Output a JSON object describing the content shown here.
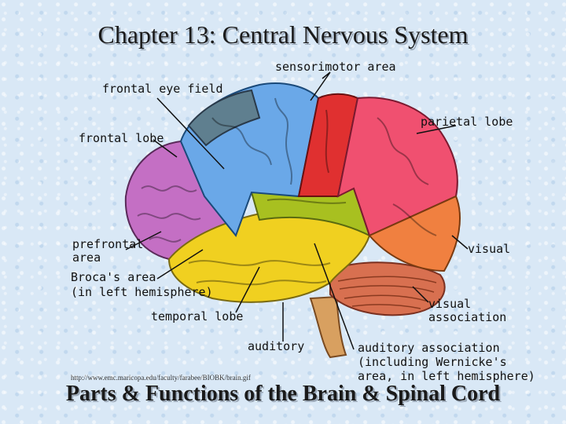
{
  "title": "Chapter 13: Central Nervous System",
  "subtitle": "Parts & Functions of the Brain & Spinal Cord",
  "source_url": "http://www.emc.maricopa.edu/faculty/farabee/BIOBK/brain.gif",
  "labels": {
    "sensorimotor": "sensorimotor area",
    "frontal_eye": "frontal eye field",
    "frontal_lobe": "frontal lobe",
    "parietal_lobe": "parietal lobe",
    "prefrontal_1": "prefrontal",
    "prefrontal_2": "area",
    "broca_1": "Broca's area",
    "broca_2": "(in left hemisphere)",
    "visual": "visual",
    "temporal_lobe": "temporal lobe",
    "visual_assoc_1": "visual",
    "visual_assoc_2": "association",
    "auditory": "auditory",
    "auditory_assoc_1": "auditory association",
    "auditory_assoc_2": "(including Wernicke's",
    "auditory_assoc_3": "area, in left hemisphere)"
  },
  "colors": {
    "frontal": "#c46fc4",
    "frontal_eye": "#5f7f8f",
    "premotor": "#6aa8e8",
    "motor": "#e03030",
    "parietal": "#f05070",
    "occipital": "#f08040",
    "temporal": "#f0d020",
    "auditory": "#a8c020",
    "cerebellum": "#d87050",
    "brainstem": "#d8a060"
  }
}
